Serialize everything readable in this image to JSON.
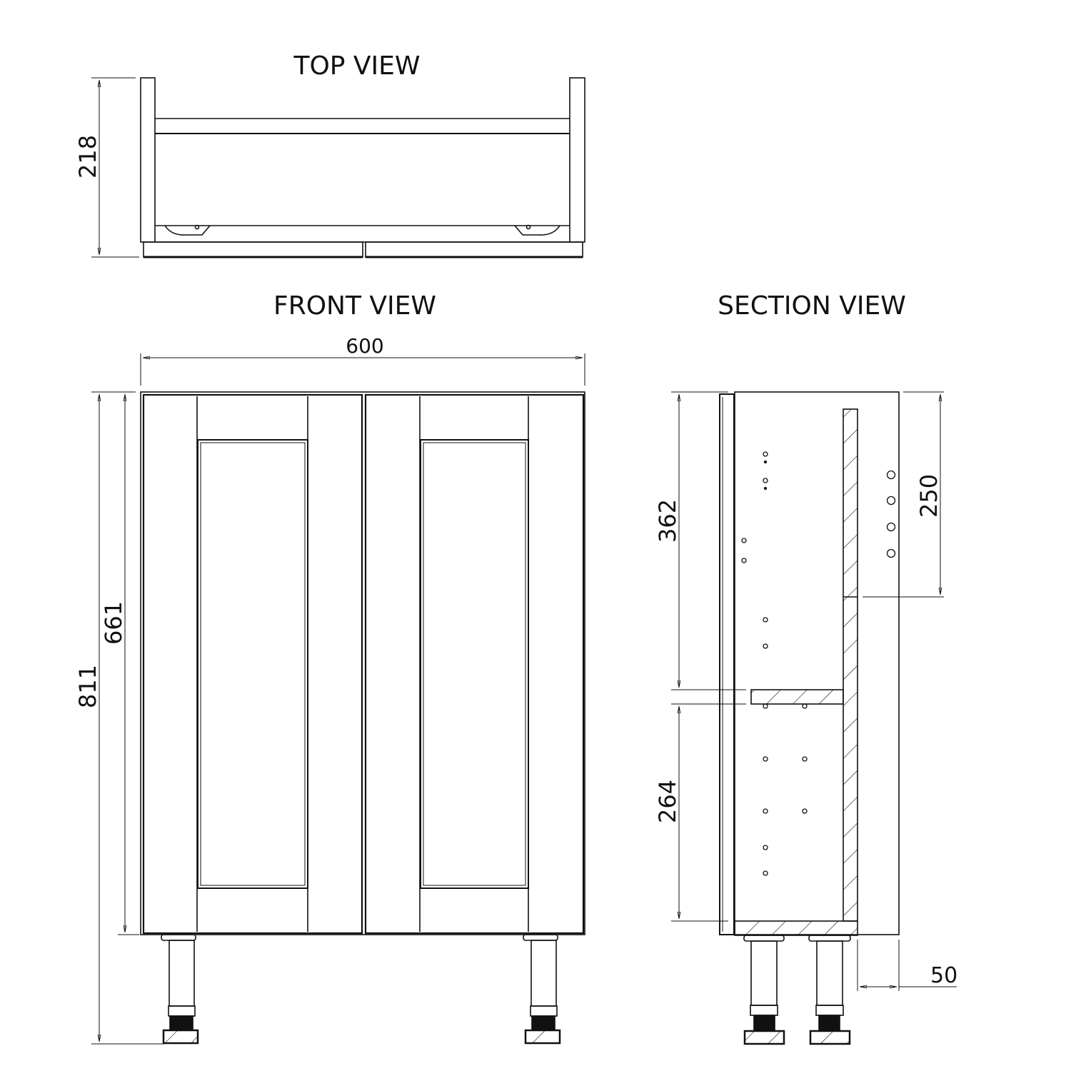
{
  "views": {
    "top": {
      "title": "TOP VIEW",
      "dim_depth": "218"
    },
    "front": {
      "title": "FRONT VIEW",
      "dim_width": "600",
      "dim_carcass_height": "661",
      "dim_total_height": "811"
    },
    "section": {
      "title": "SECTION VIEW",
      "dim_upper_space": "362",
      "dim_lower_space": "264",
      "dim_back_panel": "250",
      "dim_back_void": "50"
    }
  },
  "colors": {
    "line": "#111111",
    "background": "#ffffff"
  }
}
